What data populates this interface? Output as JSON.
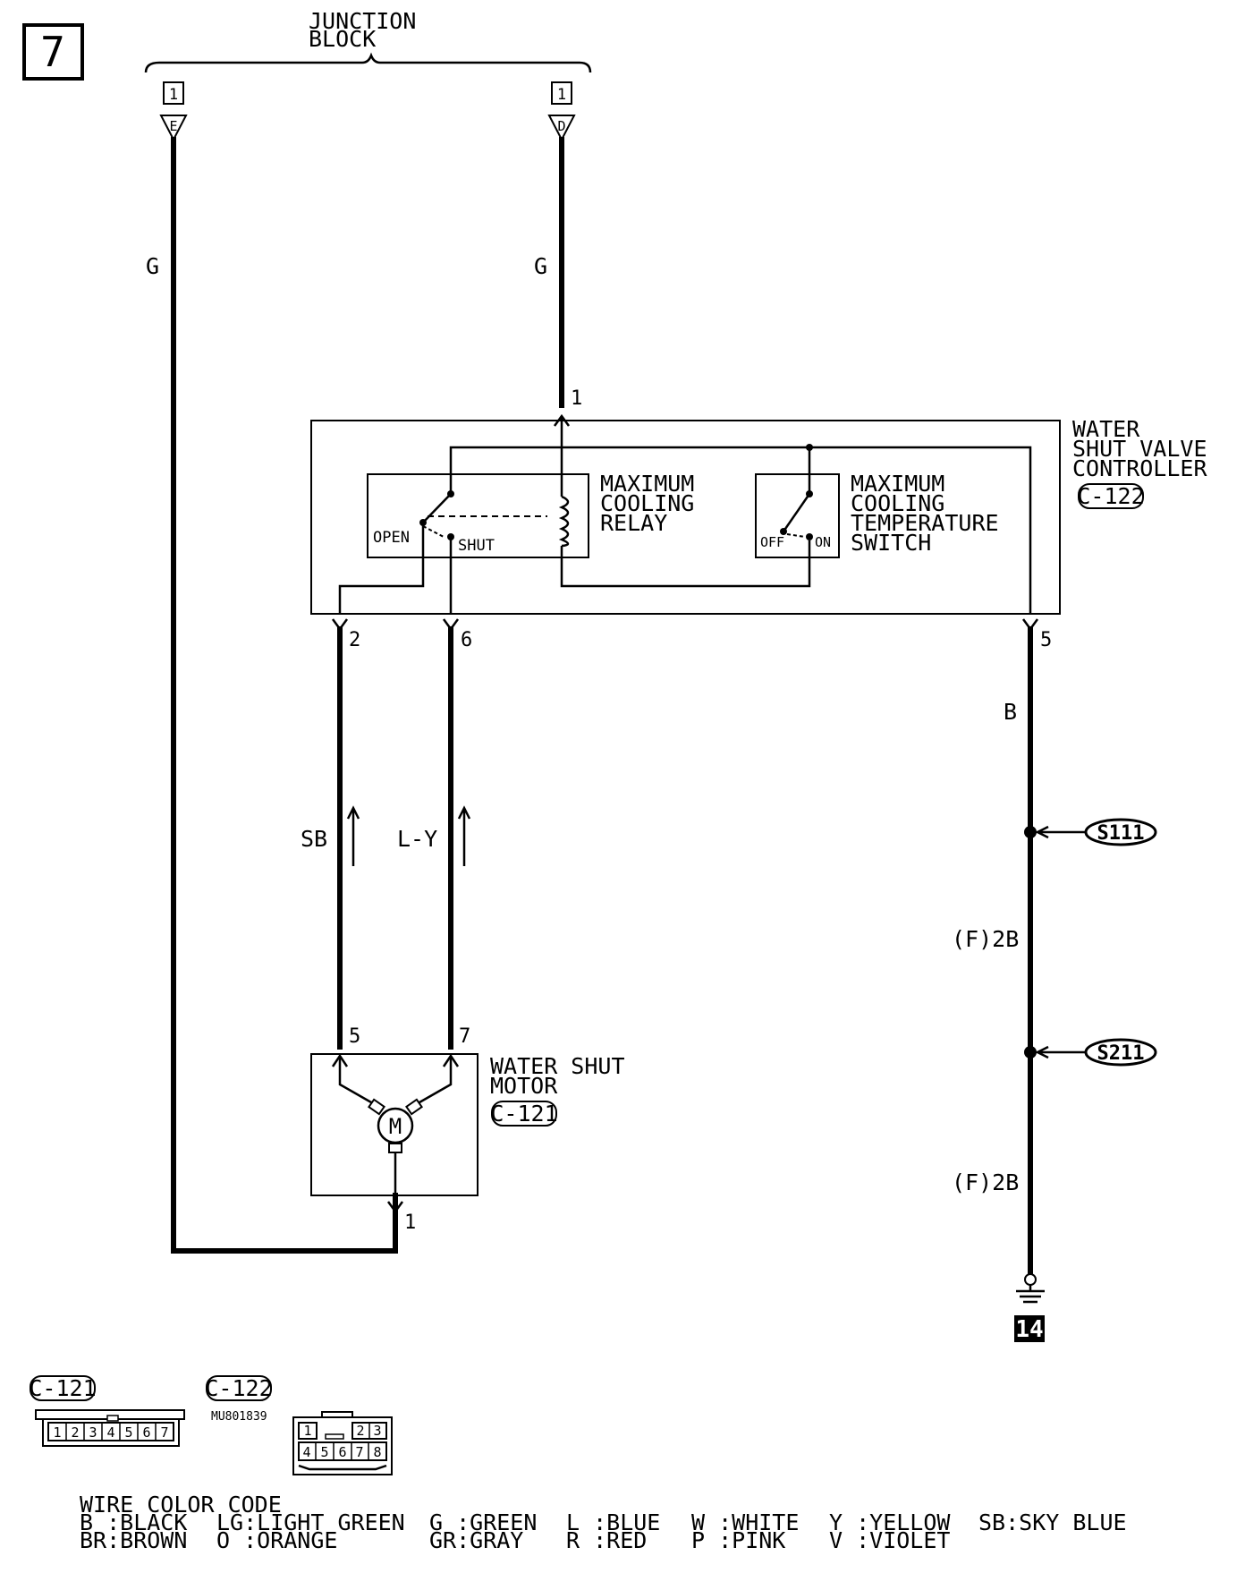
{
  "page_number": "7",
  "junction_block": {
    "line1": "JUNCTION",
    "line2": "BLOCK"
  },
  "terminals": {
    "left": {
      "connector": "1",
      "pin": "E"
    },
    "right": {
      "connector": "1",
      "pin": "D"
    }
  },
  "wire_colors": {
    "left_main": "G",
    "right_main": "G",
    "motor_5": "SB",
    "motor_7": "L-Y",
    "ground_1": "B",
    "ground_2": "(F)2B",
    "ground_3": "(F)2B"
  },
  "pins": {
    "controller_top": "1",
    "controller_2": "2",
    "controller_6": "6",
    "controller_5": "5",
    "motor_5": "5",
    "motor_7": "7",
    "motor_1": "1"
  },
  "controller": {
    "line1": "WATER",
    "line2": "SHUT VALVE",
    "line3": "CONTROLLER",
    "connector": "C-122"
  },
  "relay": {
    "line1": "MAXIMUM",
    "line2": "COOLING",
    "line3": "RELAY",
    "open": "OPEN",
    "shut": "SHUT"
  },
  "temp_switch": {
    "line1": "MAXIMUM",
    "line2": "COOLING",
    "line3": "TEMPERATURE",
    "line4": "SWITCH",
    "off": "OFF",
    "on": "ON"
  },
  "motor": {
    "line1": "WATER SHUT",
    "line2": "MOTOR",
    "connector": "C-121",
    "symbol": "M"
  },
  "splices": {
    "upper": "S111",
    "lower": "S211"
  },
  "ground_ref": "14",
  "connectors_legend": {
    "c121": {
      "label": "C-121",
      "pins": [
        "1",
        "2",
        "3",
        "4",
        "5",
        "6",
        "7"
      ]
    },
    "c122": {
      "label": "C-122",
      "part": "MU801839",
      "pins_top": [
        "1",
        "2",
        "3"
      ],
      "pins_bottom": [
        "4",
        "5",
        "6",
        "7",
        "8"
      ]
    }
  },
  "wire_color_code": {
    "title": "WIRE COLOR CODE",
    "row1": [
      "B :BLACK",
      "LG:LIGHT GREEN",
      "G :GREEN",
      "L :BLUE",
      "W :WHITE",
      "Y :YELLOW",
      "SB:SKY BLUE"
    ],
    "row2": [
      "BR:BROWN",
      "O :ORANGE",
      "GR:GRAY",
      "R :RED",
      "P :PINK",
      "V :VIOLET"
    ]
  }
}
